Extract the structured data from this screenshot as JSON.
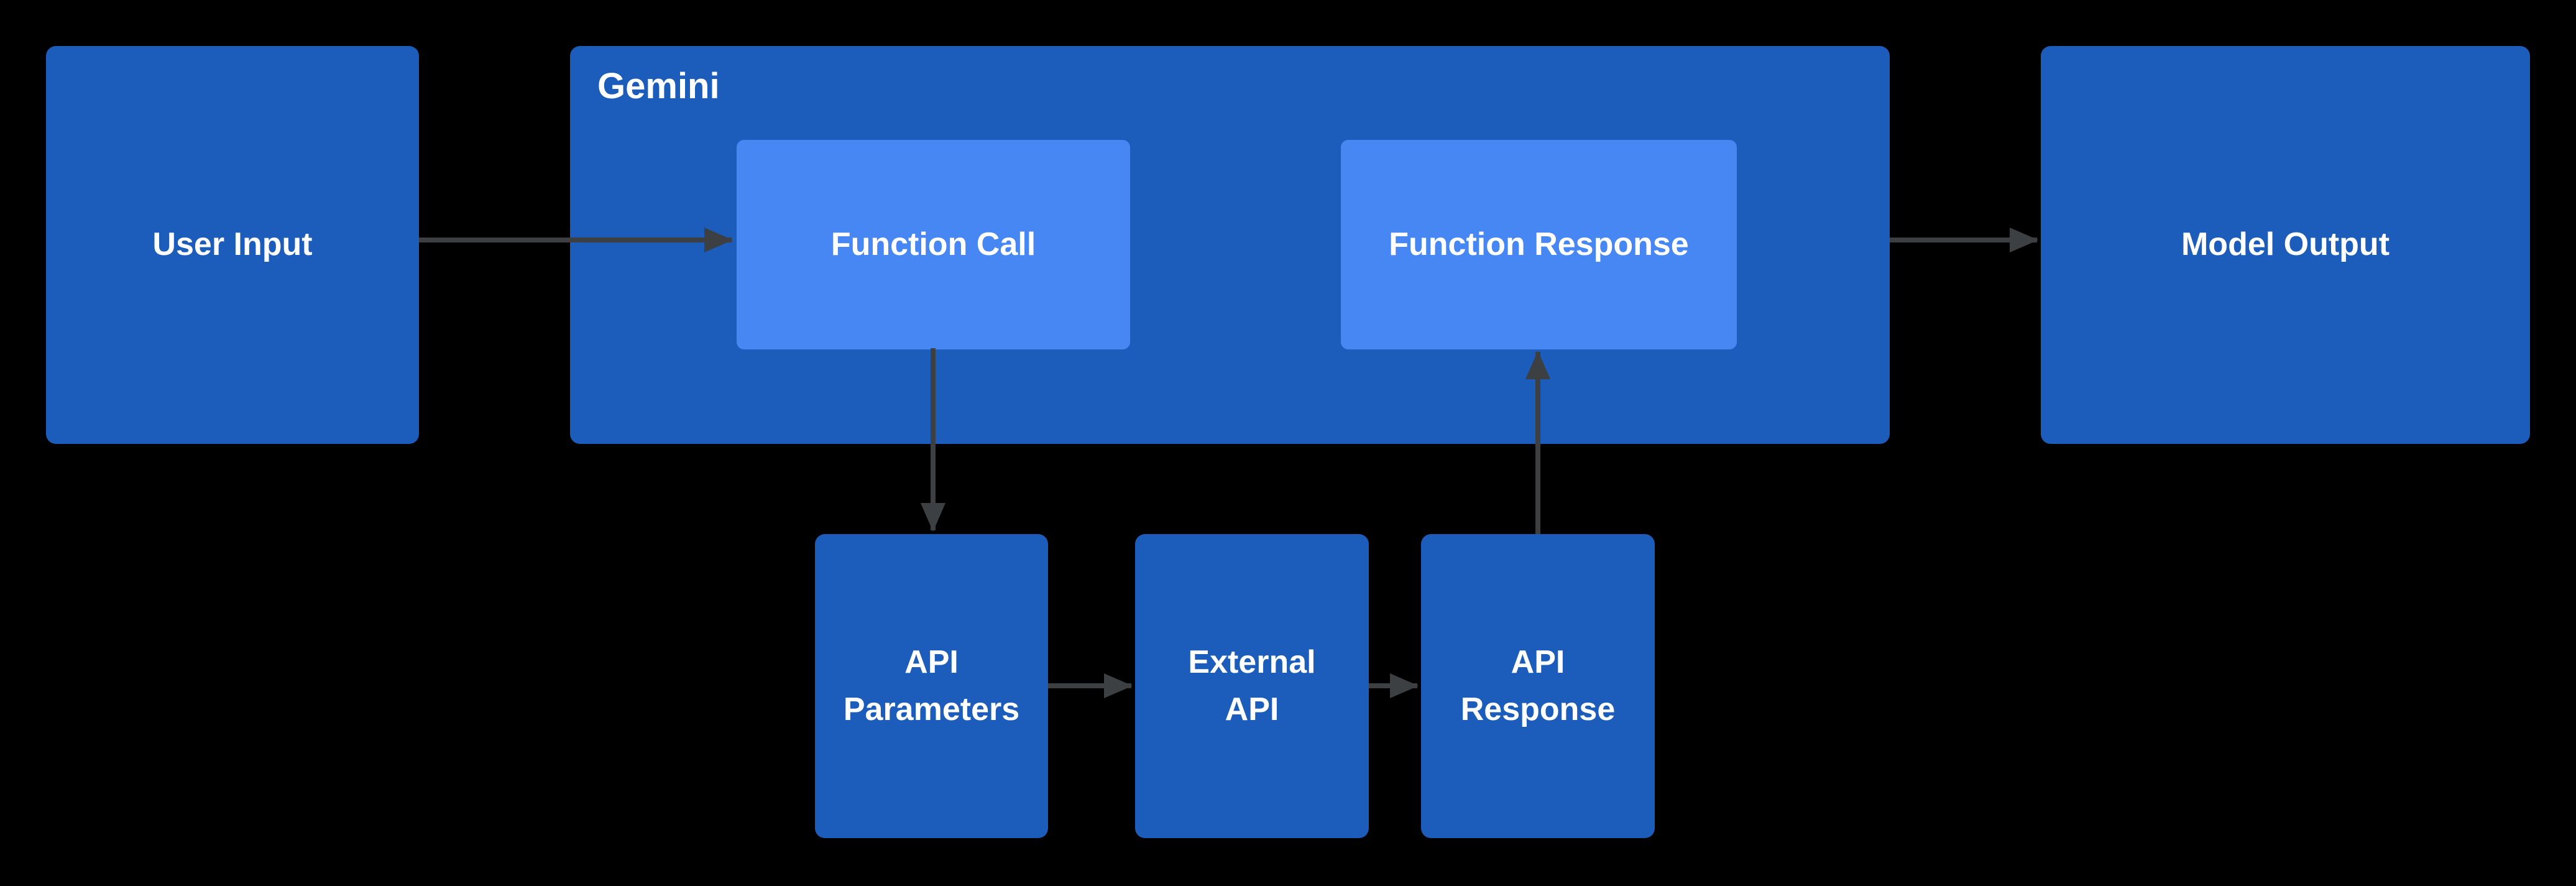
{
  "colors": {
    "background": "#000000",
    "node_fill": "#1c5cba",
    "inner_node_fill": "#4787f3",
    "arrow": "#3c4043",
    "text": "#ffffff"
  },
  "nodes": {
    "user_input": {
      "label": "User Input"
    },
    "gemini": {
      "label": "Gemini"
    },
    "function_call": {
      "label": "Function Call"
    },
    "function_response": {
      "label": "Function Response"
    },
    "model_output": {
      "label": "Model Output"
    },
    "api_parameters": {
      "label": "API\nParameters"
    },
    "external_api": {
      "label": "External\nAPI"
    },
    "api_response": {
      "label": "API\nResponse"
    }
  },
  "edges": [
    {
      "from": "user_input",
      "to": "function_call"
    },
    {
      "from": "function_call",
      "to": "api_parameters"
    },
    {
      "from": "api_parameters",
      "to": "external_api"
    },
    {
      "from": "external_api",
      "to": "api_response"
    },
    {
      "from": "api_response",
      "to": "function_response"
    },
    {
      "from": "gemini",
      "to": "model_output"
    }
  ]
}
